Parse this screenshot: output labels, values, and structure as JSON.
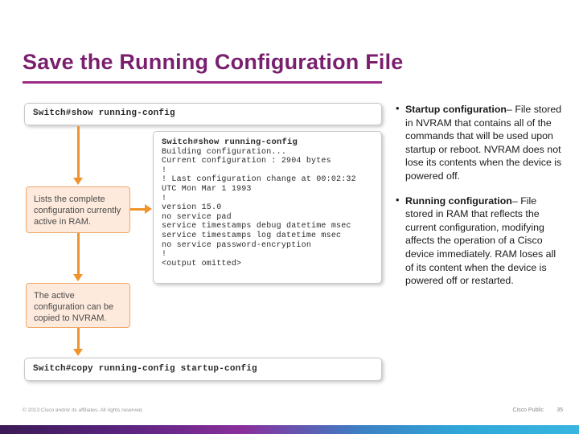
{
  "slide": {
    "title": "Save the Running Configuration File",
    "accent_color": "#7a1f6e",
    "rule_color": "#9c2b86"
  },
  "cli": {
    "top_prompt": "Switch#show running-config",
    "bottom_prompt": "Switch#copy running-config startup-config",
    "output_title": "Switch#show running-config",
    "output_lines": [
      "Building configuration...",
      "Current configuration : 2904 bytes",
      "!",
      "! Last configuration change at 00:02:32",
      "UTC Mon Mar 1 1993",
      "!",
      "version 15.0",
      "no service pad",
      "service timestamps debug datetime msec",
      "service timestamps log datetime msec",
      "no service password-encryption",
      "!",
      "<output omitted>"
    ]
  },
  "callouts": [
    {
      "id": "callout-running",
      "text": "Lists the complete configuration currently active in RAM."
    },
    {
      "id": "callout-copy",
      "text": "The active configuration can be copied to NVRAM."
    }
  ],
  "bullets": [
    {
      "term": "Startup configuration",
      "dash": "–",
      "body": "File stored in NVRAM that contains all of the commands that will be used upon startup or reboot. NVRAM does not lose its contents when the device is powered off."
    },
    {
      "term": "Running configuration",
      "dash": "–",
      "body": "File stored in RAM that reflects the current configuration, modifying affects the operation of a Cisco device immediately. RAM loses all of its content when the device is powered off or restarted."
    }
  ],
  "footer": {
    "copyright": "© 2013 Cisco and/or its affiliates. All rights reserved.",
    "label": "Cisco Public",
    "page": "35"
  }
}
